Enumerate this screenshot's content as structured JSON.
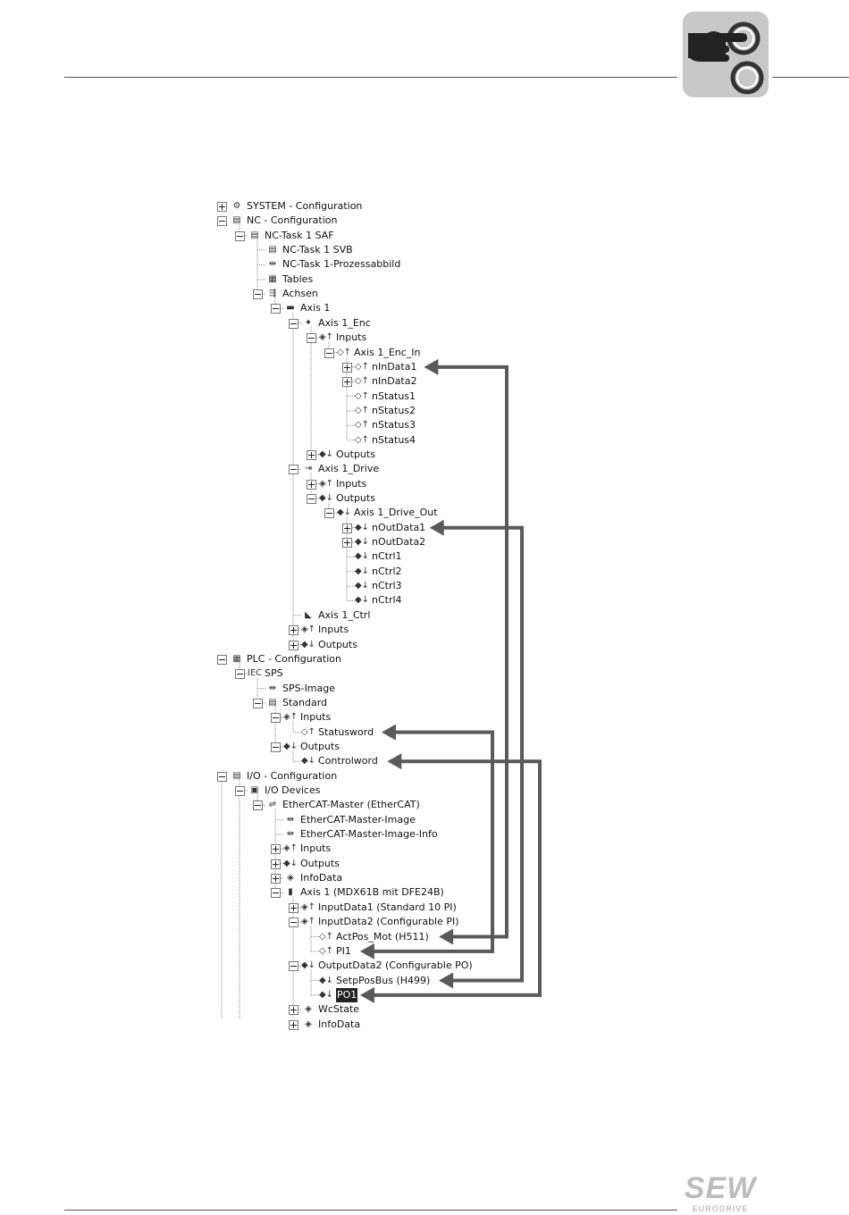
{
  "tree": {
    "nodes": [
      {
        "id": "system",
        "label": "SYSTEM - Configuration",
        "level": 0,
        "expander": "plus",
        "icon": "gear-icon"
      },
      {
        "id": "nc",
        "label": "NC - Configuration",
        "level": 0,
        "expander": "minus",
        "icon": "nc-icon"
      },
      {
        "id": "nctask",
        "label": "NC-Task 1 SAF",
        "level": 1,
        "expander": "minus",
        "icon": "task-icon"
      },
      {
        "id": "svb",
        "label": "NC-Task 1 SVB",
        "level": 2,
        "expander": "none",
        "icon": "task-icon"
      },
      {
        "id": "prozess",
        "label": "NC-Task 1-Prozessabbild",
        "level": 2,
        "expander": "none",
        "icon": "image-icon"
      },
      {
        "id": "tables",
        "label": "Tables",
        "level": 2,
        "expander": "none",
        "icon": "table-icon"
      },
      {
        "id": "achsen",
        "label": "Achsen",
        "level": 2,
        "expander": "minus",
        "icon": "axes-icon"
      },
      {
        "id": "axis1",
        "label": "Axis 1",
        "level": 3,
        "expander": "minus",
        "icon": "axis-icon"
      },
      {
        "id": "enc",
        "label": "Axis 1_Enc",
        "level": 4,
        "expander": "minus",
        "icon": "encoder-icon"
      },
      {
        "id": "enc_inputs",
        "label": "Inputs",
        "level": 5,
        "expander": "minus",
        "icon": "inputs-icon"
      },
      {
        "id": "enc_in",
        "label": "Axis 1_Enc_In",
        "level": 6,
        "expander": "minus",
        "icon": "input-var-icon"
      },
      {
        "id": "nindata1",
        "label": "nInData1",
        "level": 7,
        "expander": "plus",
        "icon": "input-var-icon"
      },
      {
        "id": "nindata2",
        "label": "nInData2",
        "level": 7,
        "expander": "plus",
        "icon": "input-var-icon"
      },
      {
        "id": "nstatus1",
        "label": "nStatus1",
        "level": 7,
        "expander": "none",
        "icon": "input-var-icon"
      },
      {
        "id": "nstatus2",
        "label": "nStatus2",
        "level": 7,
        "expander": "none",
        "icon": "input-var-icon"
      },
      {
        "id": "nstatus3",
        "label": "nStatus3",
        "level": 7,
        "expander": "none",
        "icon": "input-var-icon"
      },
      {
        "id": "nstatus4",
        "label": "nStatus4",
        "level": 7,
        "expander": "none",
        "icon": "input-var-icon"
      },
      {
        "id": "enc_outputs",
        "label": "Outputs",
        "level": 5,
        "expander": "plus",
        "icon": "outputs-icon"
      },
      {
        "id": "drive",
        "label": "Axis 1_Drive",
        "level": 4,
        "expander": "minus",
        "icon": "drive-icon"
      },
      {
        "id": "drive_inputs",
        "label": "Inputs",
        "level": 5,
        "expander": "plus",
        "icon": "inputs-icon"
      },
      {
        "id": "drive_outputs",
        "label": "Outputs",
        "level": 5,
        "expander": "minus",
        "icon": "outputs-icon"
      },
      {
        "id": "drive_out",
        "label": "Axis 1_Drive_Out",
        "level": 6,
        "expander": "minus",
        "icon": "output-var-icon"
      },
      {
        "id": "noutdata1",
        "label": "nOutData1",
        "level": 7,
        "expander": "plus",
        "icon": "output-var-icon"
      },
      {
        "id": "noutdata2",
        "label": "nOutData2",
        "level": 7,
        "expander": "plus",
        "icon": "output-var-icon"
      },
      {
        "id": "nctrl1",
        "label": "nCtrl1",
        "level": 7,
        "expander": "none",
        "icon": "output-var-icon"
      },
      {
        "id": "nctrl2",
        "label": "nCtrl2",
        "level": 7,
        "expander": "none",
        "icon": "output-var-icon"
      },
      {
        "id": "nctrl3",
        "label": "nCtrl3",
        "level": 7,
        "expander": "none",
        "icon": "output-var-icon"
      },
      {
        "id": "nctrl4",
        "label": "nCtrl4",
        "level": 7,
        "expander": "none",
        "icon": "output-var-icon"
      },
      {
        "id": "ctrl",
        "label": "Axis 1_Ctrl",
        "level": 4,
        "expander": "none",
        "icon": "controller-icon"
      },
      {
        "id": "axis_inputs",
        "label": "Inputs",
        "level": 4,
        "expander": "plus",
        "icon": "inputs-icon"
      },
      {
        "id": "axis_outputs",
        "label": "Outputs",
        "level": 4,
        "expander": "plus",
        "icon": "outputs-icon"
      },
      {
        "id": "plc",
        "label": "PLC - Configuration",
        "level": 0,
        "expander": "minus",
        "icon": "plc-icon"
      },
      {
        "id": "sps",
        "label": "SPS",
        "level": 1,
        "expander": "minus",
        "icon": "iec-icon"
      },
      {
        "id": "spsimage",
        "label": "SPS-Image",
        "level": 2,
        "expander": "none",
        "icon": "image-icon"
      },
      {
        "id": "standard",
        "label": "Standard",
        "level": 2,
        "expander": "minus",
        "icon": "task-icon"
      },
      {
        "id": "plc_inputs",
        "label": "Inputs",
        "level": 3,
        "expander": "minus",
        "icon": "inputs-icon"
      },
      {
        "id": "statusword",
        "label": "Statusword",
        "level": 4,
        "expander": "none",
        "icon": "input-var-icon"
      },
      {
        "id": "plc_outputs",
        "label": "Outputs",
        "level": 3,
        "expander": "minus",
        "icon": "outputs-icon"
      },
      {
        "id": "controlword",
        "label": "Controlword",
        "level": 4,
        "expander": "none",
        "icon": "output-var-icon"
      },
      {
        "id": "io",
        "label": "I/O - Configuration",
        "level": 0,
        "expander": "minus",
        "icon": "io-icon"
      },
      {
        "id": "iodevices",
        "label": "I/O Devices",
        "level": 1,
        "expander": "minus",
        "icon": "devices-icon"
      },
      {
        "id": "master",
        "label": "EtherCAT-Master (EtherCAT)",
        "level": 2,
        "expander": "minus",
        "icon": "ethercat-icon"
      },
      {
        "id": "masterimg",
        "label": "EtherCAT-Master-Image",
        "level": 3,
        "expander": "none",
        "icon": "image-icon"
      },
      {
        "id": "masterimginfo",
        "label": "EtherCAT-Master-Image-Info",
        "level": 3,
        "expander": "none",
        "icon": "image-icon"
      },
      {
        "id": "m_inputs",
        "label": "Inputs",
        "level": 3,
        "expander": "plus",
        "icon": "inputs-icon"
      },
      {
        "id": "m_outputs",
        "label": "Outputs",
        "level": 3,
        "expander": "plus",
        "icon": "outputs-icon"
      },
      {
        "id": "m_infodata",
        "label": "InfoData",
        "level": 3,
        "expander": "plus",
        "icon": "info-icon"
      },
      {
        "id": "mdx",
        "label": "Axis 1 (MDX61B mit DFE24B)",
        "level": 3,
        "expander": "minus",
        "icon": "device-icon"
      },
      {
        "id": "inputdata1",
        "label": "InputData1 (Standard 10 PI)",
        "level": 4,
        "expander": "plus",
        "icon": "inputs-icon"
      },
      {
        "id": "inputdata2",
        "label": "InputData2 (Configurable PI)",
        "level": 4,
        "expander": "minus",
        "icon": "inputs-icon"
      },
      {
        "id": "actpos",
        "label": "ActPos_Mot (H511)",
        "level": 5,
        "expander": "none",
        "icon": "input-var-icon"
      },
      {
        "id": "pi1",
        "label": "PI1",
        "level": 5,
        "expander": "none",
        "icon": "input-var-icon"
      },
      {
        "id": "outputdata2",
        "label": "OutputData2 (Configurable PO)",
        "level": 4,
        "expander": "minus",
        "icon": "outputs-icon"
      },
      {
        "id": "setpos",
        "label": "SetpPosBus (H499)",
        "level": 5,
        "expander": "none",
        "icon": "output-var-icon"
      },
      {
        "id": "po1",
        "label": "PO1",
        "level": 5,
        "expander": "none",
        "icon": "output-var-icon",
        "selected": true
      },
      {
        "id": "wcstate",
        "label": "WcState",
        "level": 4,
        "expander": "plus",
        "icon": "info-icon"
      },
      {
        "id": "infodata",
        "label": "InfoData",
        "level": 4,
        "expander": "plus",
        "icon": "info-icon"
      }
    ]
  },
  "links": [
    {
      "from": "actpos",
      "to": "nindata1"
    },
    {
      "from": "setpos",
      "to": "noutdata1"
    },
    {
      "from": "pi1",
      "to": "statusword"
    },
    {
      "from": "po1",
      "to": "controlword"
    }
  ],
  "colors": {
    "arrow": "#5a5a5a",
    "badge": "#c8c8c8",
    "brand": "#bdbdbd"
  },
  "brand": {
    "name": "SEW",
    "sub": "EURODRIVE"
  },
  "badge_icon": "pointing-hand-icon"
}
